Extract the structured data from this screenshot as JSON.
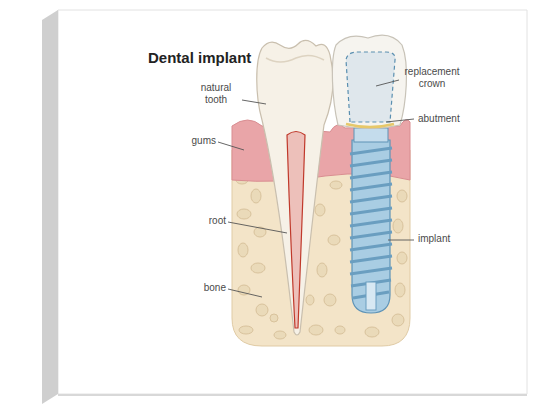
{
  "diagram": {
    "title": "Dental implant",
    "labels": [
      "natural tooth",
      "replacement crown",
      "abutment",
      "gums",
      "root",
      "implant",
      "bone"
    ]
  }
}
